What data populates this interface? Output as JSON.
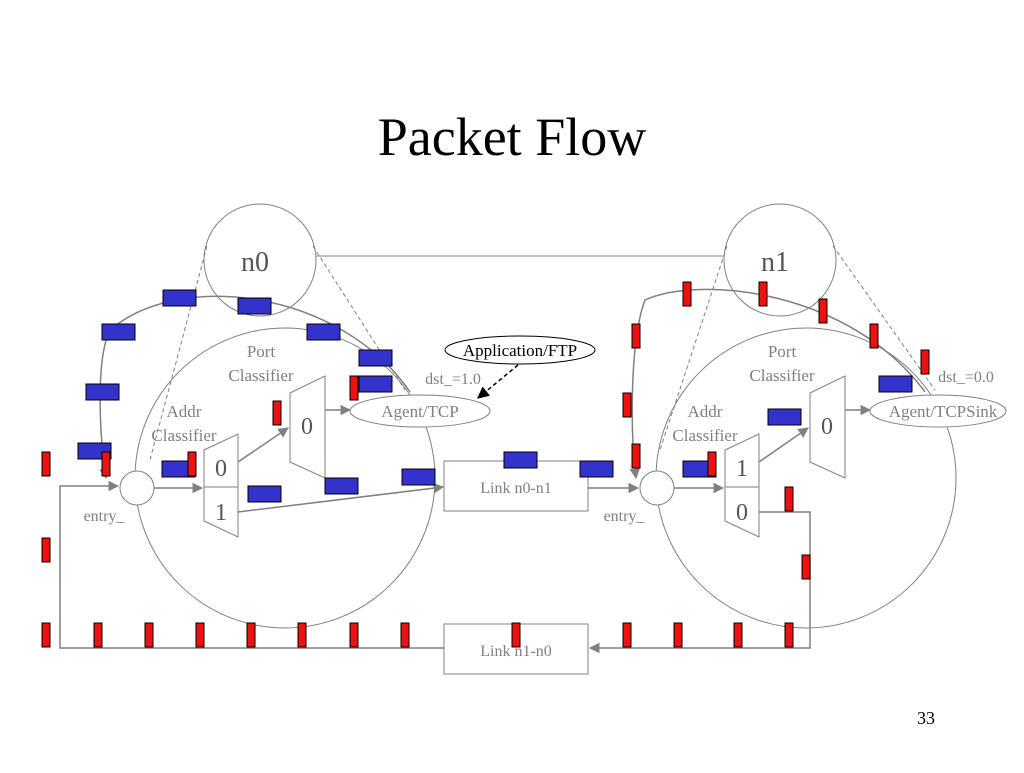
{
  "slide": {
    "title": "Packet Flow",
    "page_number": "33"
  },
  "nodes": {
    "n0": "n0",
    "n1": "n1"
  },
  "labels": {
    "port_classifier_line1": "Port",
    "port_classifier_line2": "Classifier",
    "addr_classifier_line1": "Addr",
    "addr_classifier_line2": "Classifier",
    "entry": "entry_",
    "dst_n0": "dst_=1.0",
    "dst_n1": "dst_=0.0",
    "agent_tcp": "Agent/TCP",
    "agent_tcpsink": "Agent/TCPSink",
    "application_ftp": "Application/FTP",
    "link_n0_n1": "Link n0-n1",
    "link_n1_n0": "Link n1-n0",
    "n0_addr_slot_0": "0",
    "n0_addr_slot_1": "1",
    "n0_port_slot": "0",
    "n1_addr_slot_1": "1",
    "n1_addr_slot_0": "0",
    "n1_port_slot": "0"
  },
  "colors": {
    "data_packet": "#3333cc",
    "ack_packet": "#ee1111",
    "line": "#808080"
  }
}
